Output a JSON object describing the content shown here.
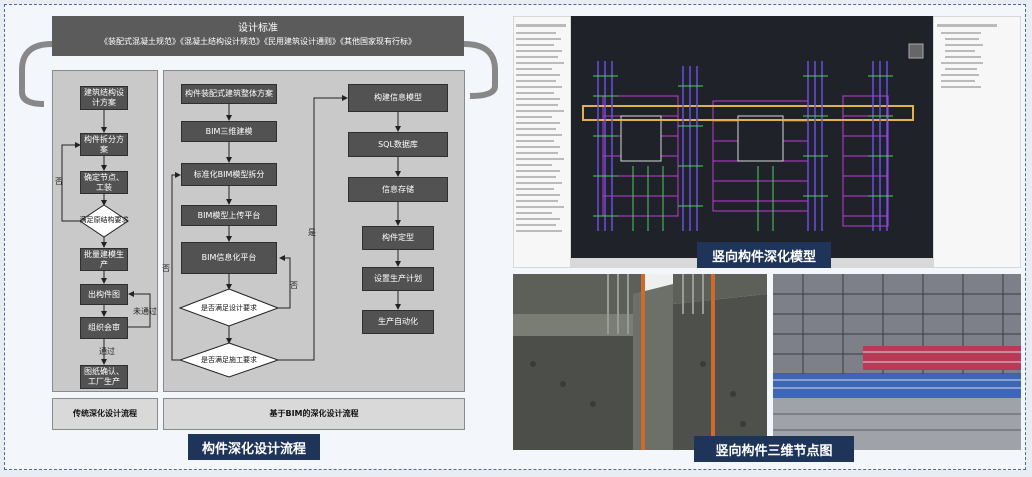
{
  "standard": {
    "title": "设计标准",
    "subtitle": "《装配式混凝土规范》《混凝土结构设计规范》《民用建筑设计通则》《其他国家现有行标》"
  },
  "traditional": {
    "steps": [
      "建筑结构设计方案",
      "构件拆分方案",
      "确定节点、工装",
      "满足原结构要求",
      "批量建模生产",
      "出构件图",
      "组织会审",
      "图纸确认、工厂生产"
    ],
    "labels": {
      "no": "否",
      "pass": "通过",
      "fail": "未通过"
    },
    "footer": "传统深化设计流程"
  },
  "bim": {
    "left_steps": [
      "构件装配式建筑整体方案",
      "BIM三维建模",
      "标准化BIM模型拆分",
      "BIM模型上传平台",
      "BIM信息化平台",
      "是否满足设计要求",
      "是否满足施工要求"
    ],
    "right_steps": [
      "构建信息模型",
      "SQL数据库",
      "信息存储",
      "构件定型",
      "设置生产计划",
      "生产自动化"
    ],
    "labels": {
      "no1": "否",
      "no2": "否",
      "yes": "是"
    },
    "footer": "基于BIM的深化设计流程"
  },
  "captions": {
    "flow": "构件深化设计流程",
    "model": "竖向构件深化模型",
    "node3d": "竖向构件三维节点图"
  },
  "colors": {
    "caption_bg": "#1f3459",
    "box": "#525252",
    "panel": "#c9c9c9"
  }
}
